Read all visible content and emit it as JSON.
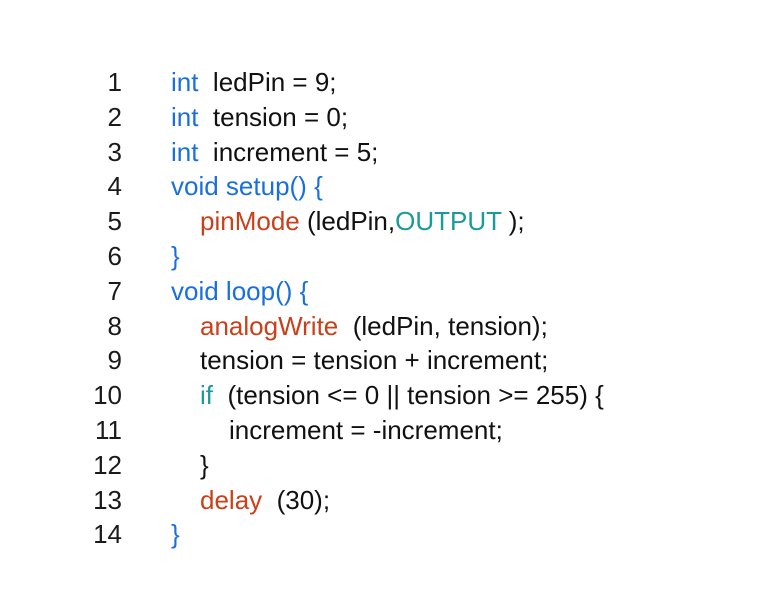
{
  "colors": {
    "keyword": "#1a6fe0",
    "function": "#c9401a",
    "constant": "#1a9a9a",
    "text": "#111111"
  },
  "lines": [
    {
      "number": "1",
      "tokens": [
        {
          "t": "int",
          "c": "kw"
        },
        {
          "t": "  ledPin = 9;",
          "c": "plain"
        }
      ]
    },
    {
      "number": "2",
      "tokens": [
        {
          "t": "int",
          "c": "kw"
        },
        {
          "t": "  tension = 0;",
          "c": "plain"
        }
      ]
    },
    {
      "number": "3",
      "tokens": [
        {
          "t": "int",
          "c": "kw"
        },
        {
          "t": "  increment = 5;",
          "c": "plain"
        }
      ]
    },
    {
      "number": "4",
      "tokens": [
        {
          "t": "void setup() {",
          "c": "kw"
        }
      ]
    },
    {
      "number": "5",
      "tokens": [
        {
          "t": "pinMode",
          "c": "fn"
        },
        {
          "t": " (ledPin,",
          "c": "plain"
        },
        {
          "t": "OUTPUT",
          "c": "cn"
        },
        {
          "t": " );",
          "c": "plain"
        }
      ]
    },
    {
      "number": "6",
      "tokens": [
        {
          "t": "}",
          "c": "kw"
        }
      ]
    },
    {
      "number": "7",
      "tokens": [
        {
          "t": "void loop() {",
          "c": "kw"
        }
      ]
    },
    {
      "number": "8",
      "tokens": [
        {
          "t": "analogWrite",
          "c": "fn"
        },
        {
          "t": "  (ledPin, tension);",
          "c": "plain"
        }
      ]
    },
    {
      "number": "9",
      "tokens": [
        {
          "t": "tension = tension + increment;",
          "c": "plain"
        }
      ]
    },
    {
      "number": "10",
      "tokens": [
        {
          "t": "if",
          "c": "cn"
        },
        {
          "t": "  (tension <= 0 || tension >= 255) {",
          "c": "plain"
        }
      ]
    },
    {
      "number": "11",
      "tokens": [
        {
          "t": "increment = -increment;",
          "c": "plain"
        }
      ]
    },
    {
      "number": "12",
      "tokens": [
        {
          "t": "}",
          "c": "plain"
        }
      ]
    },
    {
      "number": "13",
      "tokens": [
        {
          "t": "delay",
          "c": "fn"
        },
        {
          "t": "  (30);",
          "c": "plain"
        }
      ]
    },
    {
      "number": "14",
      "tokens": [
        {
          "t": "}",
          "c": "kw"
        }
      ]
    }
  ]
}
